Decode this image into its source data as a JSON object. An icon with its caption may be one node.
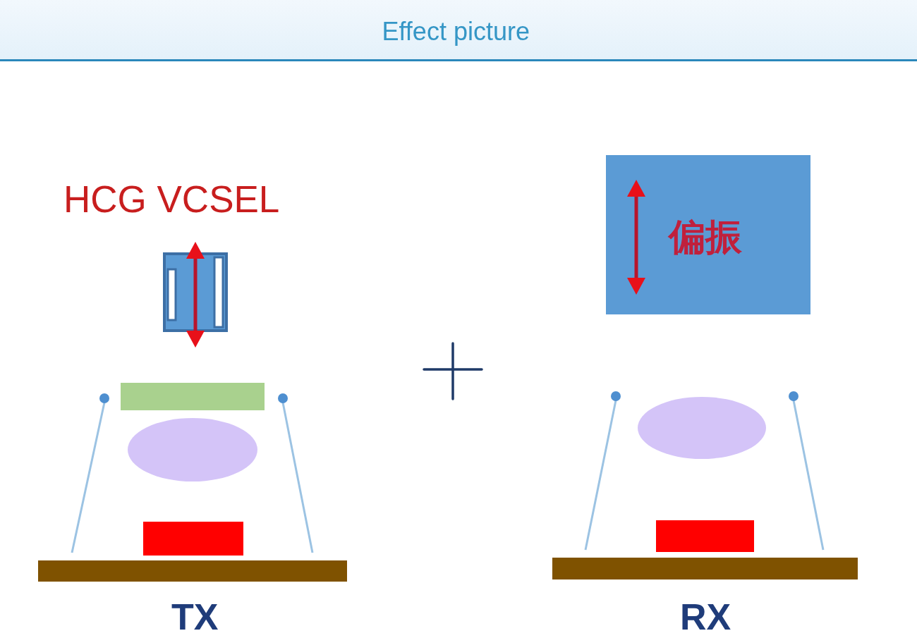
{
  "diagram": {
    "title": "Effect picture",
    "nodes": [
      {
        "text": [
          "偏振"
        ]
      }
    ],
    "labels": [
      "HCG VCSEL",
      "TX",
      "RX"
    ]
  }
}
